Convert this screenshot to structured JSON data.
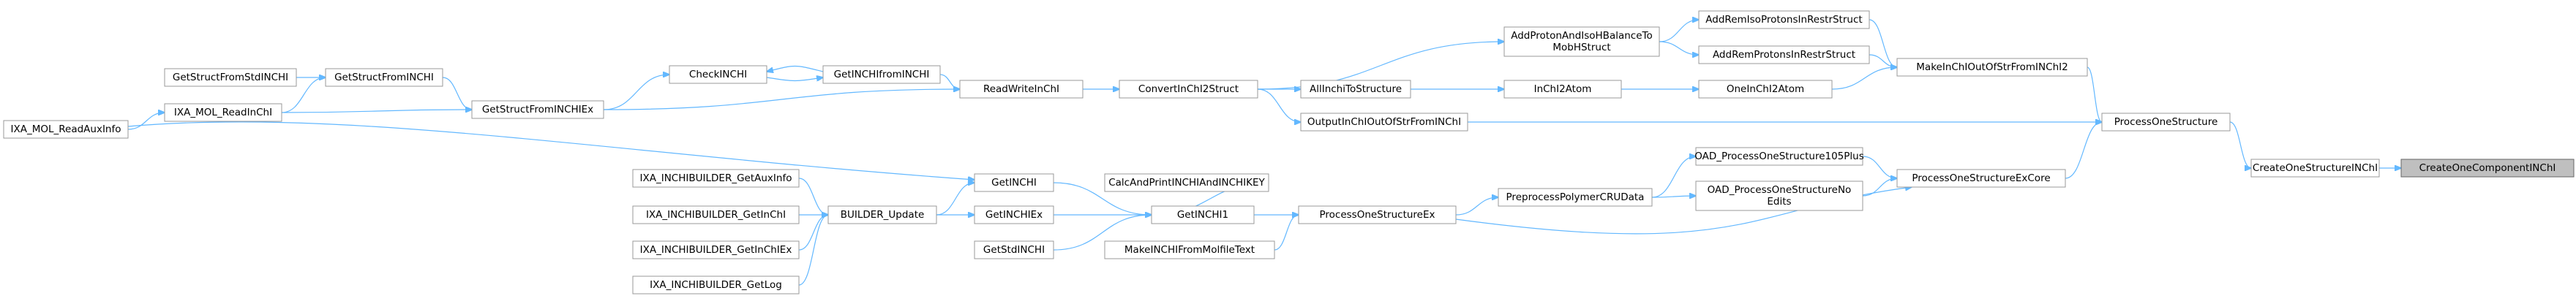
{
  "graph": {
    "direction": "right-to-left",
    "current_node": "CreateOneComponentINChI",
    "colors": {
      "edge": "#63b8ff",
      "node_border": "#999999",
      "node_fill": "#ffffff",
      "current_fill": "#bfbfbf",
      "text": "#000000"
    },
    "nodes": {
      "n0": "CreateOneComponentINChI",
      "n1": "CreateOneStructureINChI",
      "n2": "ProcessOneStructure",
      "n3": "MakeInChIOutOfStrFromINChI2",
      "n4": "OutputInChIOutOfStrFromINChI",
      "n5": "ProcessOneStructureExCore",
      "n6": "AddRemIsoProtonsInRestrStruct",
      "n7": "AddRemProtonsInRestrStruct",
      "n8": "OneInChI2Atom",
      "n9": "AddProtonAndIsoHBalanceTo\nMobHStruct",
      "n10": "InChI2Atom",
      "n11": "AllInchiToStructure",
      "n12": "ConvertInChI2Struct",
      "n13": "ReadWriteInChI",
      "n14": "GetINCHIfromINCHI",
      "n15": "CheckINCHI",
      "n16": "GetStructFromINCHIEx",
      "n17": "GetStructFromINCHI",
      "n18": "IXA_MOL_ReadInChI",
      "n19": "GetStructFromStdINCHI",
      "n20": "IXA_MOL_ReadAuxInfo",
      "n21": "GetINCHI",
      "n22": "BUILDER_Update",
      "n23": "IXA_INCHIBUILDER_GetAuxInfo",
      "n24": "IXA_INCHIBUILDER_GetInChI",
      "n25": "IXA_INCHIBUILDER_GetInChIEx",
      "n26": "IXA_INCHIBUILDER_GetLog",
      "n27": "GetINCHIEx",
      "n28": "GetINCHI1",
      "n29": "CalcAndPrintINCHIAndINCHIKEY",
      "n30": "GetStdINCHI",
      "n31": "MakeINCHIFromMolfileText",
      "n32": "ProcessOneStructureEx",
      "n33": "PreprocessPolymerCRUData",
      "n34": "OAD_ProcessOneStructure105Plus",
      "n35": "OAD_ProcessOneStructureNo\nEdits"
    },
    "edges": [
      [
        "n1",
        "n0"
      ],
      [
        "n2",
        "n1"
      ],
      [
        "n3",
        "n2"
      ],
      [
        "n4",
        "n2"
      ],
      [
        "n5",
        "n2"
      ],
      [
        "n6",
        "n3"
      ],
      [
        "n7",
        "n3"
      ],
      [
        "n8",
        "n3"
      ],
      [
        "n9",
        "n6"
      ],
      [
        "n9",
        "n7"
      ],
      [
        "n10",
        "n8"
      ],
      [
        "n11",
        "n10"
      ],
      [
        "n12",
        "n4"
      ],
      [
        "n12",
        "n9"
      ],
      [
        "n12",
        "n11"
      ],
      [
        "n13",
        "n12"
      ],
      [
        "n14",
        "n13"
      ],
      [
        "n15",
        "n14"
      ],
      [
        "n14",
        "n15"
      ],
      [
        "n16",
        "n13"
      ],
      [
        "n16",
        "n15"
      ],
      [
        "n17",
        "n16"
      ],
      [
        "n18",
        "n16"
      ],
      [
        "n19",
        "n17"
      ],
      [
        "n18",
        "n17"
      ],
      [
        "n20",
        "n18"
      ],
      [
        "n20",
        "n21"
      ],
      [
        "n21",
        "n28"
      ],
      [
        "n22",
        "n21"
      ],
      [
        "n22",
        "n27"
      ],
      [
        "n23",
        "n22"
      ],
      [
        "n24",
        "n22"
      ],
      [
        "n25",
        "n22"
      ],
      [
        "n26",
        "n22"
      ],
      [
        "n27",
        "n28"
      ],
      [
        "n29",
        "n28"
      ],
      [
        "n30",
        "n28"
      ],
      [
        "n28",
        "n32"
      ],
      [
        "n31",
        "n32"
      ],
      [
        "n32",
        "n5"
      ],
      [
        "n32",
        "n33"
      ],
      [
        "n33",
        "n34"
      ],
      [
        "n33",
        "n35"
      ],
      [
        "n34",
        "n5"
      ],
      [
        "n35",
        "n5"
      ]
    ]
  }
}
